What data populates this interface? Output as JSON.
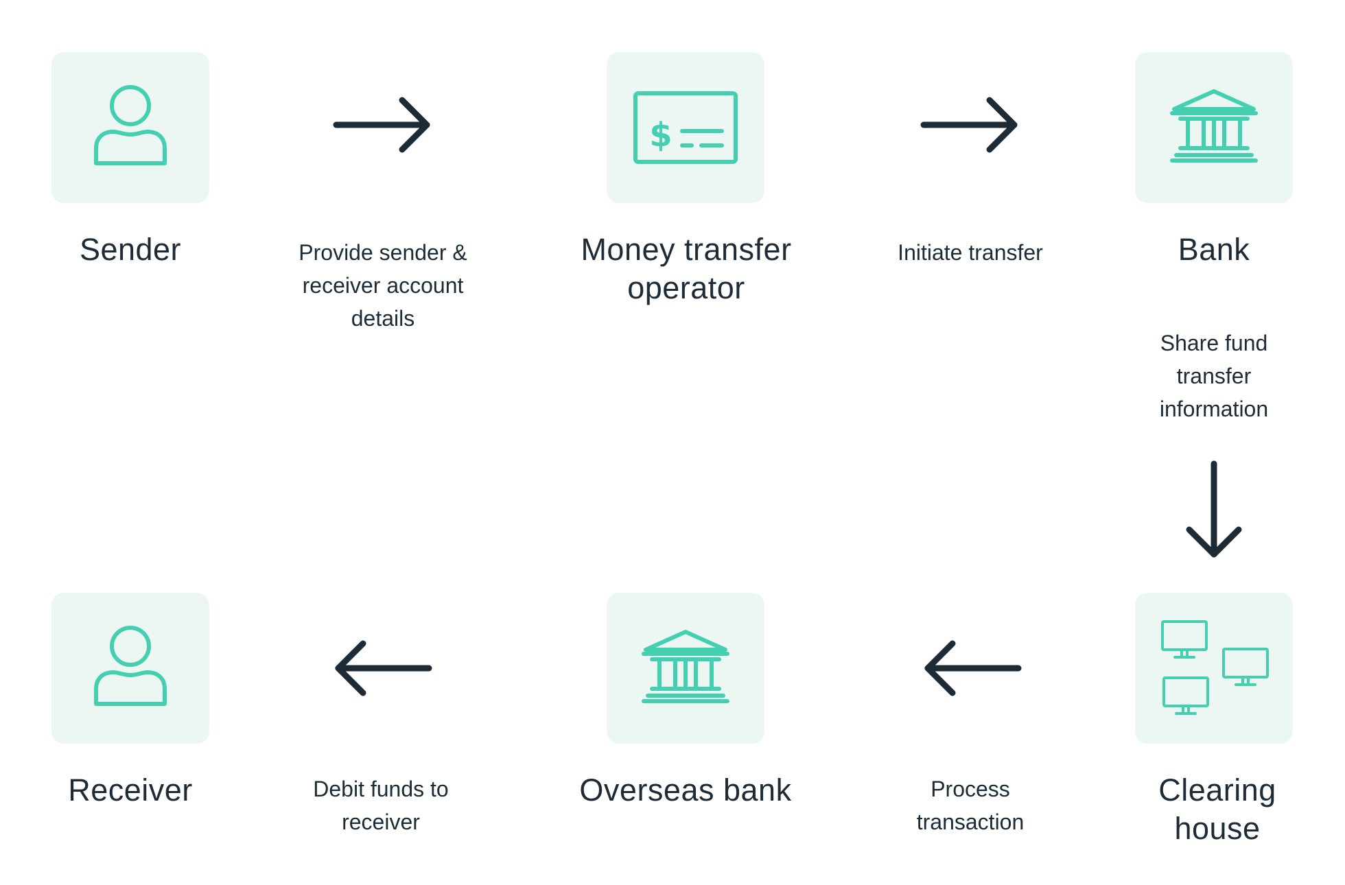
{
  "colors": {
    "accent": "#44cfb1",
    "tile_bg": "#ecf7f4",
    "arrow": "#1c2b36",
    "text": "#1c2b36"
  },
  "nodes": {
    "sender": {
      "label": "Sender",
      "icon": "person-icon"
    },
    "operator": {
      "label": "Money transfer\noperator",
      "icon": "check-dollar-icon"
    },
    "bank": {
      "label": "Bank",
      "icon": "bank-icon"
    },
    "clearing_house": {
      "label": "Clearing\nhouse",
      "icon": "computers-icon"
    },
    "overseas_bank": {
      "label": "Overseas bank",
      "icon": "bank-icon"
    },
    "receiver": {
      "label": "Receiver",
      "icon": "person-icon"
    }
  },
  "steps": {
    "provide_details": "Provide sender &\nreceiver account\ndetails",
    "initiate_transfer": "Initiate transfer",
    "share_info": "Share fund\ntransfer\ninformation",
    "process_transaction": "Process\ntransaction",
    "debit_funds": "Debit funds to\nreceiver"
  }
}
